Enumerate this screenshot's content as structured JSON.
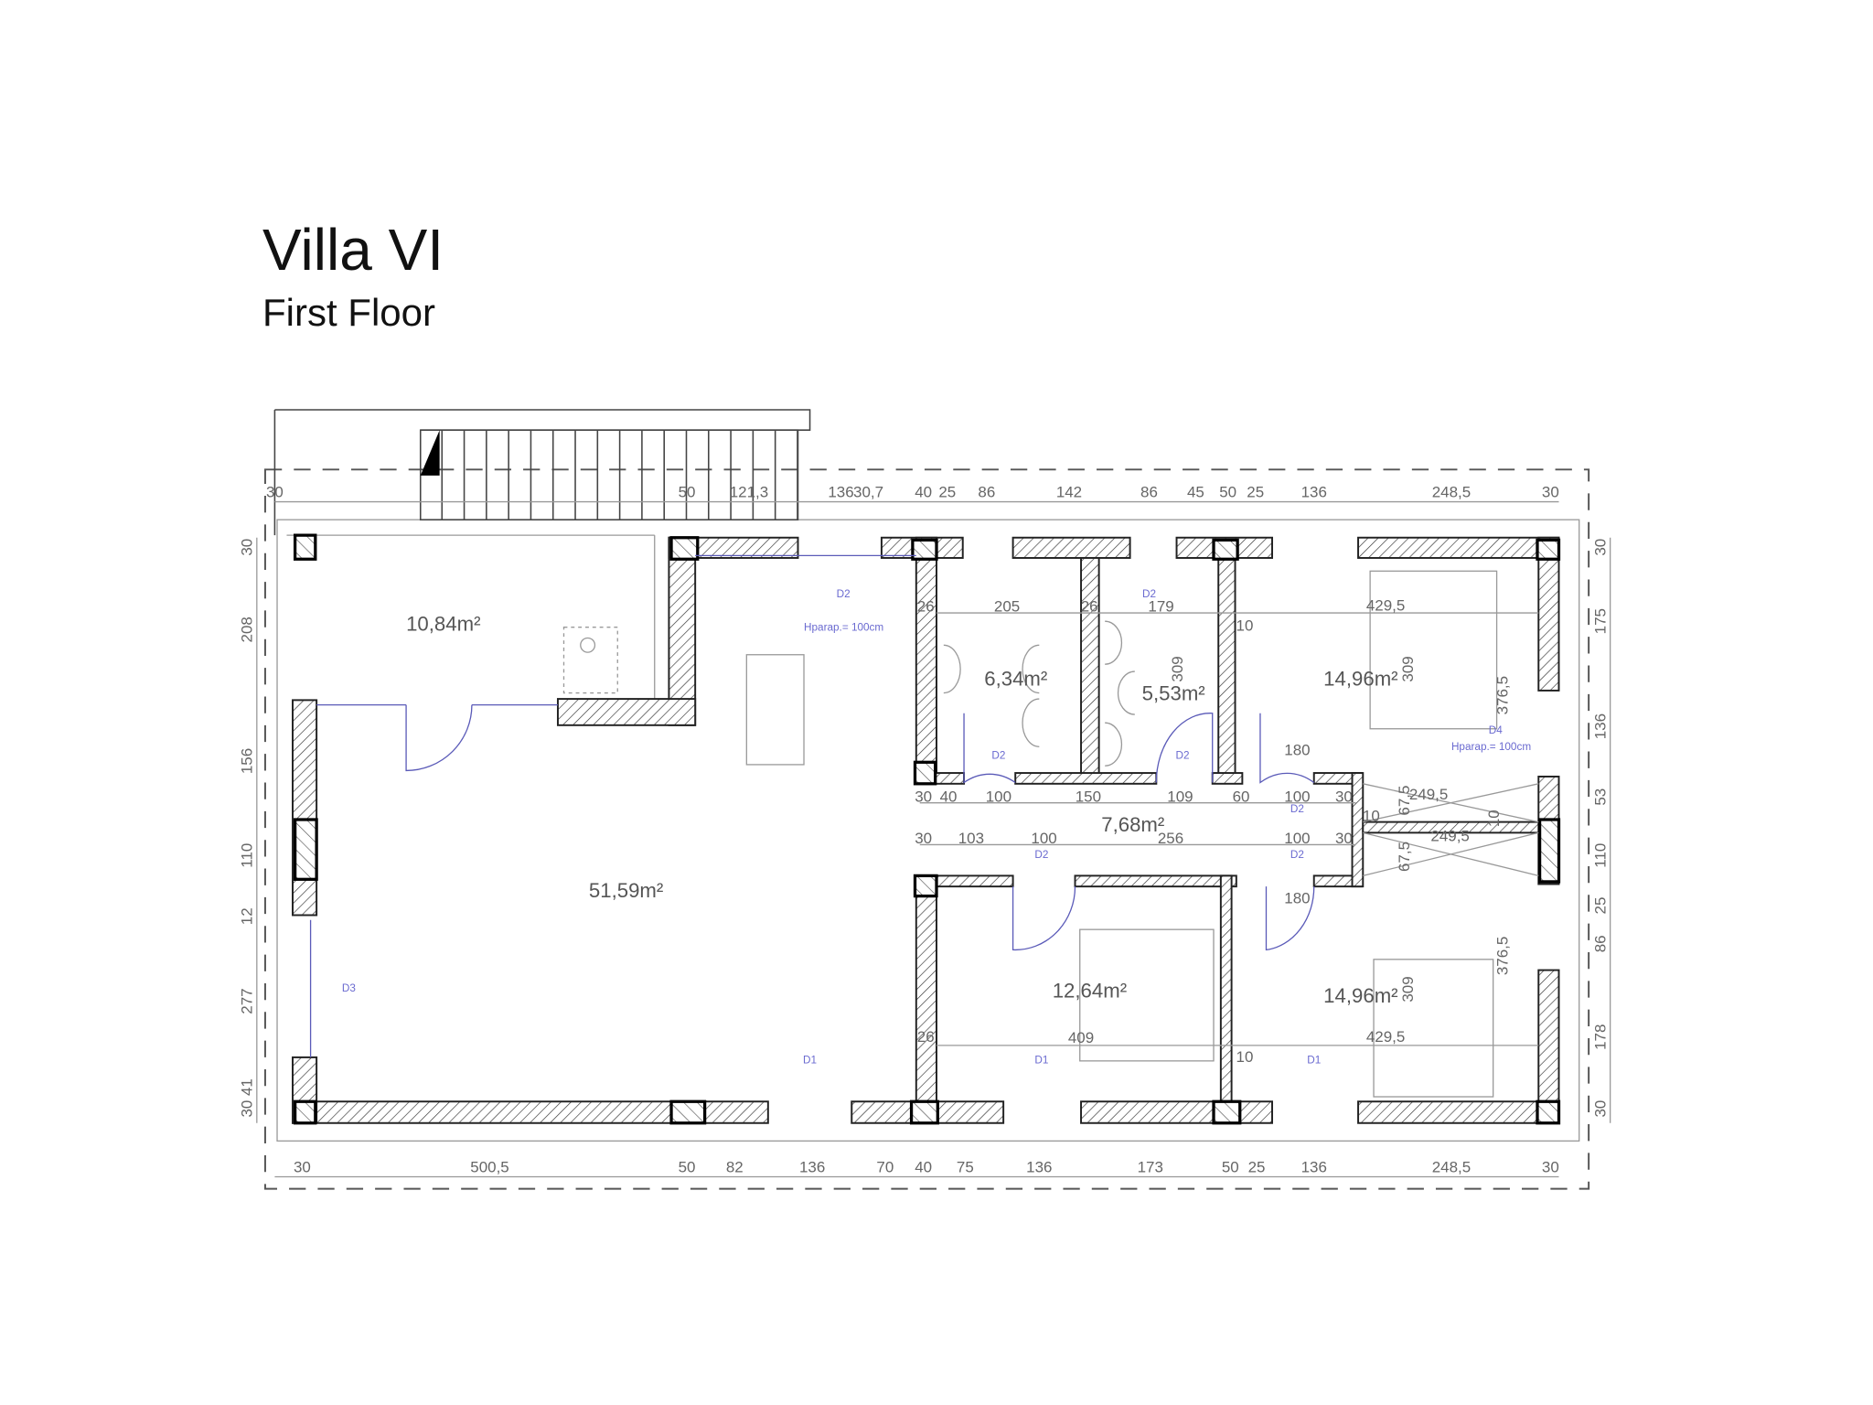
{
  "header": {
    "title": "Villa VI",
    "subtitle": "First Floor"
  },
  "rooms": {
    "hall_upper": "10,84m²",
    "living": "51,59m²",
    "bath1": "6,34m²",
    "bath2": "5,53m²",
    "bedroom_ne": "14,96m²",
    "corridor": "7,68m²",
    "bedroom_s": "12,64m²",
    "bedroom_se": "14,96m²"
  },
  "dims_top": [
    "30",
    "50",
    "121,3",
    "136",
    "30,7",
    "40",
    "25",
    "86",
    "142",
    "86",
    "45",
    "50",
    "25",
    "136",
    "248,5",
    "30"
  ],
  "dims_bottom": [
    "30",
    "500,5",
    "50",
    "82",
    "136",
    "70",
    "40",
    "75",
    "136",
    "173",
    "50",
    "25",
    "136",
    "248,5",
    "30"
  ],
  "dims_left": [
    "30",
    "208",
    "156",
    "110",
    "12",
    "277",
    "41",
    "30"
  ],
  "dims_right": [
    "30",
    "175",
    "136",
    "53",
    "110",
    "25",
    "86",
    "178",
    "30"
  ],
  "dims_interior": [
    "26",
    "205",
    "26",
    "179",
    "429,5",
    "309",
    "309",
    "376,5",
    "10",
    "180",
    "30",
    "40",
    "100",
    "150",
    "109",
    "60",
    "100",
    "30",
    "30",
    "103",
    "100",
    "256",
    "100",
    "30",
    "249,5",
    "249,5",
    "67,5",
    "67,5",
    "10",
    "10",
    "180",
    "409",
    "429,5",
    "10",
    "309",
    "376,5",
    "26"
  ],
  "notes": {
    "parapet_1": "Hparap.= 100cm",
    "parapet_2": "Hparap.= 100cm"
  },
  "door_tags": [
    "D2",
    "D2",
    "D2",
    "D2",
    "D2",
    "D4",
    "D3",
    "D1",
    "D1",
    "D1",
    "D2",
    "D2"
  ],
  "colors": {
    "walls": "#222222",
    "annotations": "#6a6ad0",
    "dimensions": "#666666"
  }
}
